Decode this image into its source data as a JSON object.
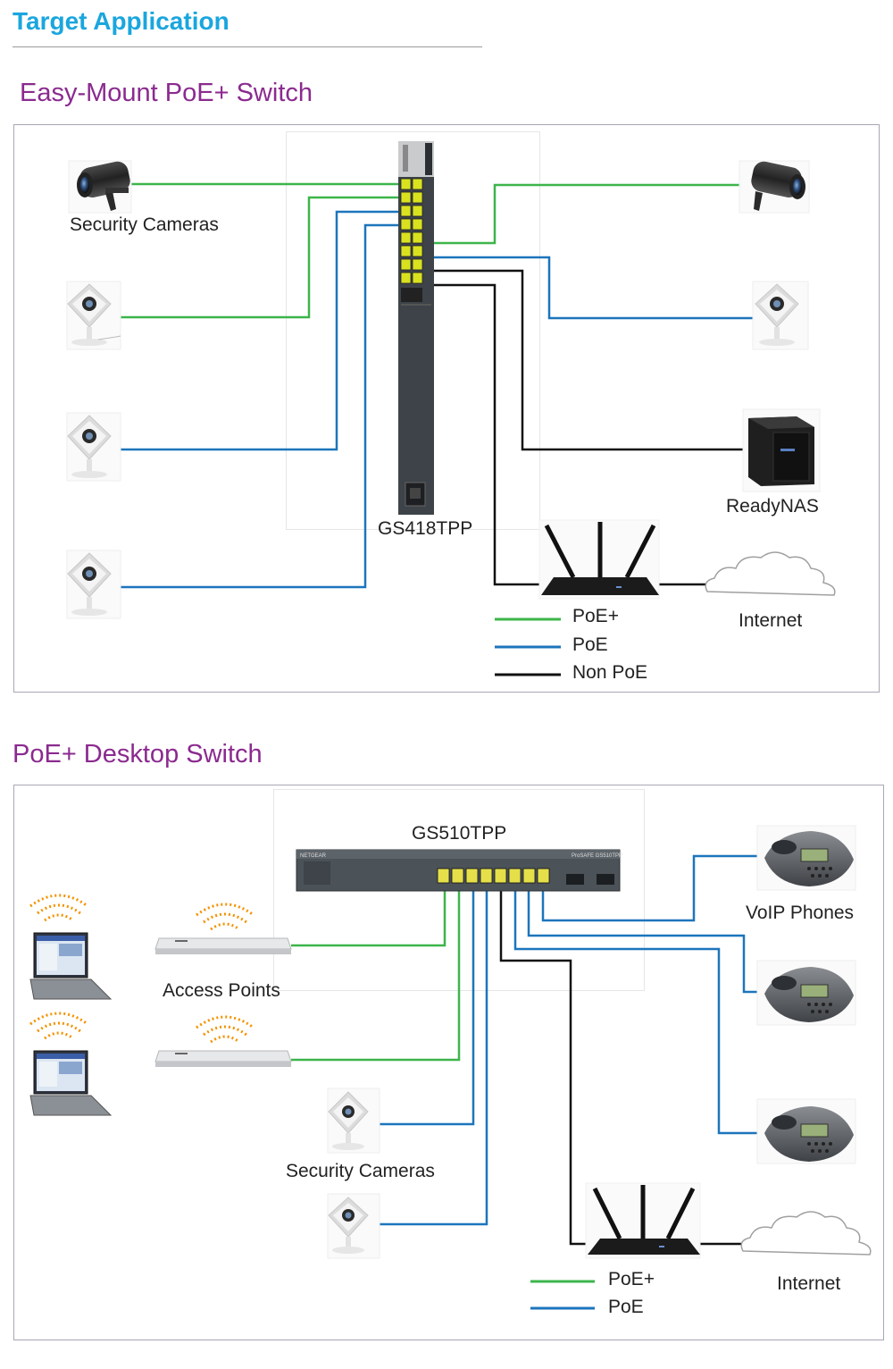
{
  "header": {
    "title": "Target Application"
  },
  "section1": {
    "title": "Easy-Mount PoE+ Switch",
    "switch_model": "GS418TPP",
    "cameras_label": "Security Cameras",
    "nas_label": "ReadyNAS",
    "internet_label": "Internet",
    "legend": [
      "PoE+",
      "PoE",
      "Non PoE"
    ]
  },
  "section2": {
    "title": "PoE+ Desktop Switch",
    "switch_model": "GS510TPP",
    "switch_brand": "NETGEAR",
    "switch_series": "ProSAFE GS510TPP",
    "access_points_label": "Access Points",
    "cameras_label": "Security Cameras",
    "voip_label": "VoIP Phones",
    "internet_label": "Internet",
    "legend": [
      "PoE+",
      "PoE"
    ]
  },
  "colors": {
    "poe_plus": "#3cb54a",
    "poe": "#1c75bc",
    "non_poe": "#111111",
    "title": "#1aa6de",
    "section": "#8b2a8f"
  },
  "icons": [
    "bullet-camera-icon",
    "cube-camera-icon",
    "nas-icon",
    "router-icon",
    "cloud-icon",
    "laptop-icon",
    "access-point-icon",
    "wifi-waves-icon",
    "conference-phone-icon",
    "switch-icon"
  ]
}
